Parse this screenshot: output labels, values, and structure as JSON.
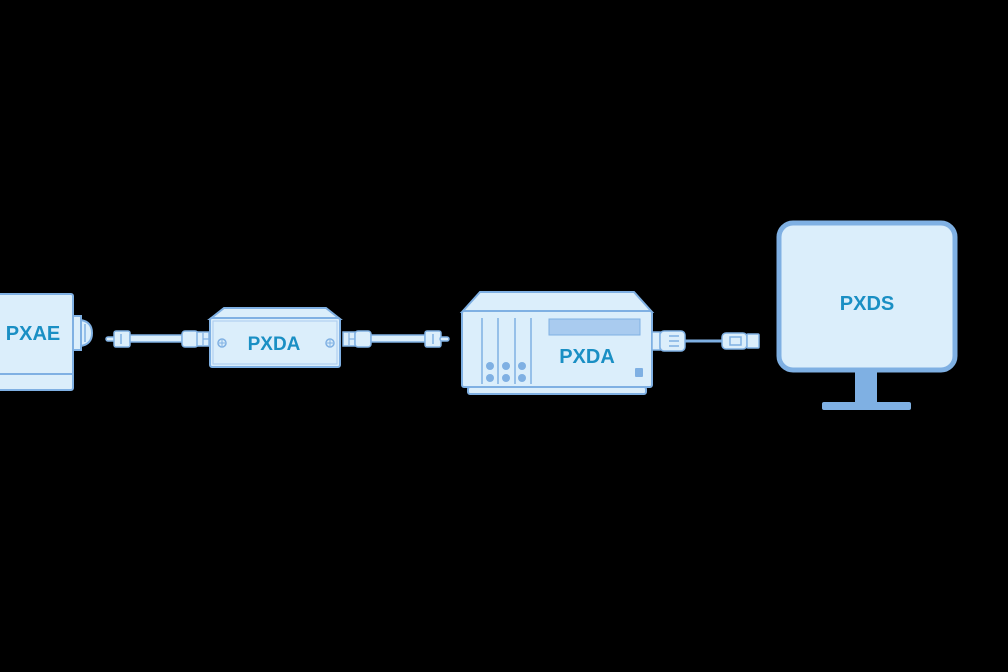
{
  "diagram": {
    "colors": {
      "background": "#000000",
      "fill": "#dbeefb",
      "stroke": "#7fb0e3",
      "accent": "#a9cbef",
      "label": "#1a8fc4"
    },
    "nodes": [
      {
        "id": "camera",
        "label": "PXAE",
        "kind": "camera"
      },
      {
        "id": "adapter",
        "label": "PXDA",
        "kind": "adapter-box"
      },
      {
        "id": "recorder",
        "label": "PXDA",
        "kind": "recorder-unit"
      },
      {
        "id": "monitor",
        "label": "PXDS",
        "kind": "monitor"
      }
    ],
    "links": [
      {
        "from": "camera",
        "to": "adapter",
        "cable": "coax-to-connector"
      },
      {
        "from": "adapter",
        "to": "recorder",
        "cable": "connector-to-coax"
      },
      {
        "from": "recorder",
        "to": "monitor",
        "cable": "usb"
      }
    ]
  }
}
